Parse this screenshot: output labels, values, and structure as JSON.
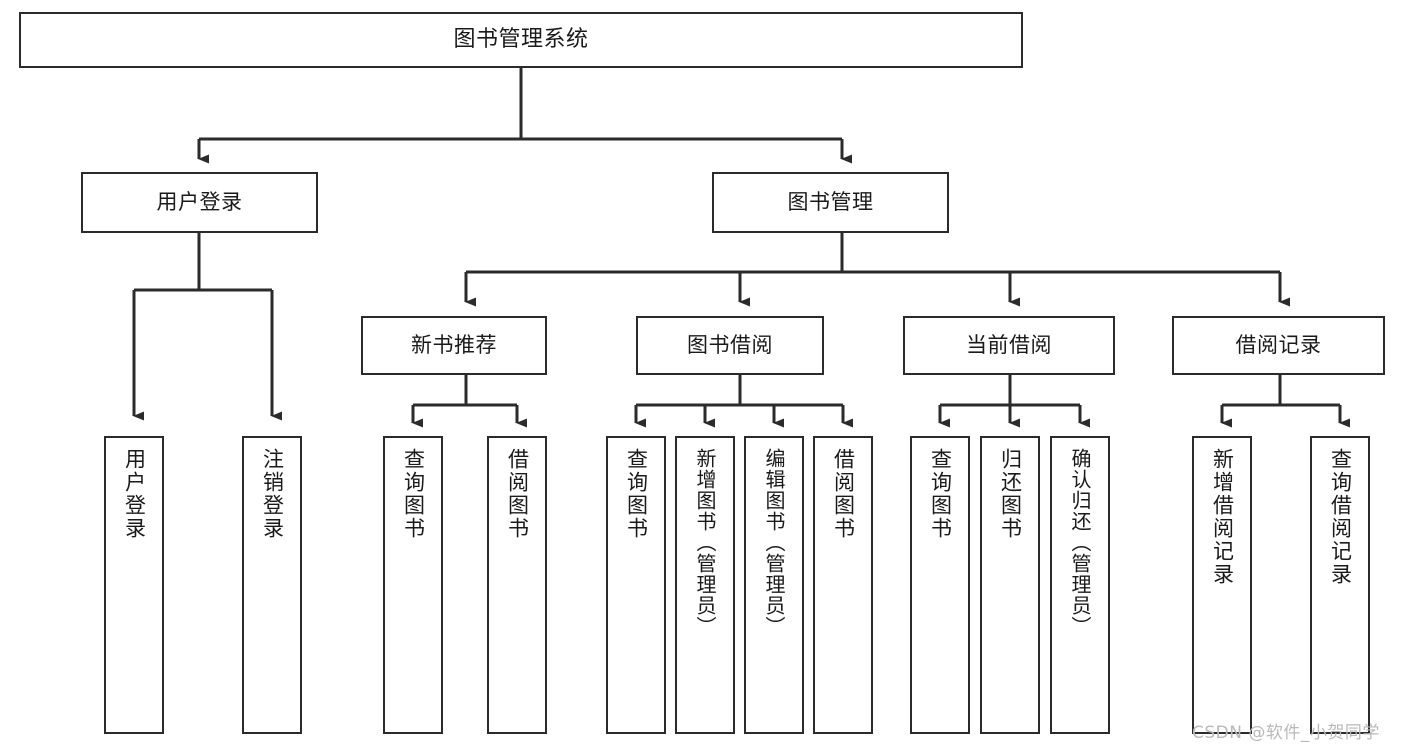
{
  "diagram": {
    "type": "tree-hierarchy",
    "title": "图书管理系统",
    "background_color": "#ffffff",
    "line_color": "#2b2b2b",
    "text_color": "#1a1a1a",
    "watermark": "CSDN @软件_小贺同学",
    "root": {
      "label": "图书管理系统"
    },
    "level2": [
      {
        "label": "用户登录"
      },
      {
        "label": "图书管理"
      }
    ],
    "level3": [
      {
        "label": "新书推荐"
      },
      {
        "label": "图书借阅"
      },
      {
        "label": "当前借阅"
      },
      {
        "label": "借阅记录"
      }
    ],
    "leaves": {
      "user_login": [
        {
          "label": "用户登录"
        },
        {
          "label": "注销登录"
        }
      ],
      "new_book_recommend": [
        {
          "label": "查询图书"
        },
        {
          "label": "借阅图书"
        }
      ],
      "book_borrow": [
        {
          "label": "查询图书"
        },
        {
          "label": "新增图书（管理员）"
        },
        {
          "label": "编辑图书（管理员）"
        },
        {
          "label": "借阅图书"
        }
      ],
      "current_borrow": [
        {
          "label": "查询图书"
        },
        {
          "label": "归还图书"
        },
        {
          "label": "确认归还（管理员）"
        }
      ],
      "borrow_record": [
        {
          "label": "新增借阅记录"
        },
        {
          "label": "查询借阅记录"
        }
      ]
    }
  }
}
